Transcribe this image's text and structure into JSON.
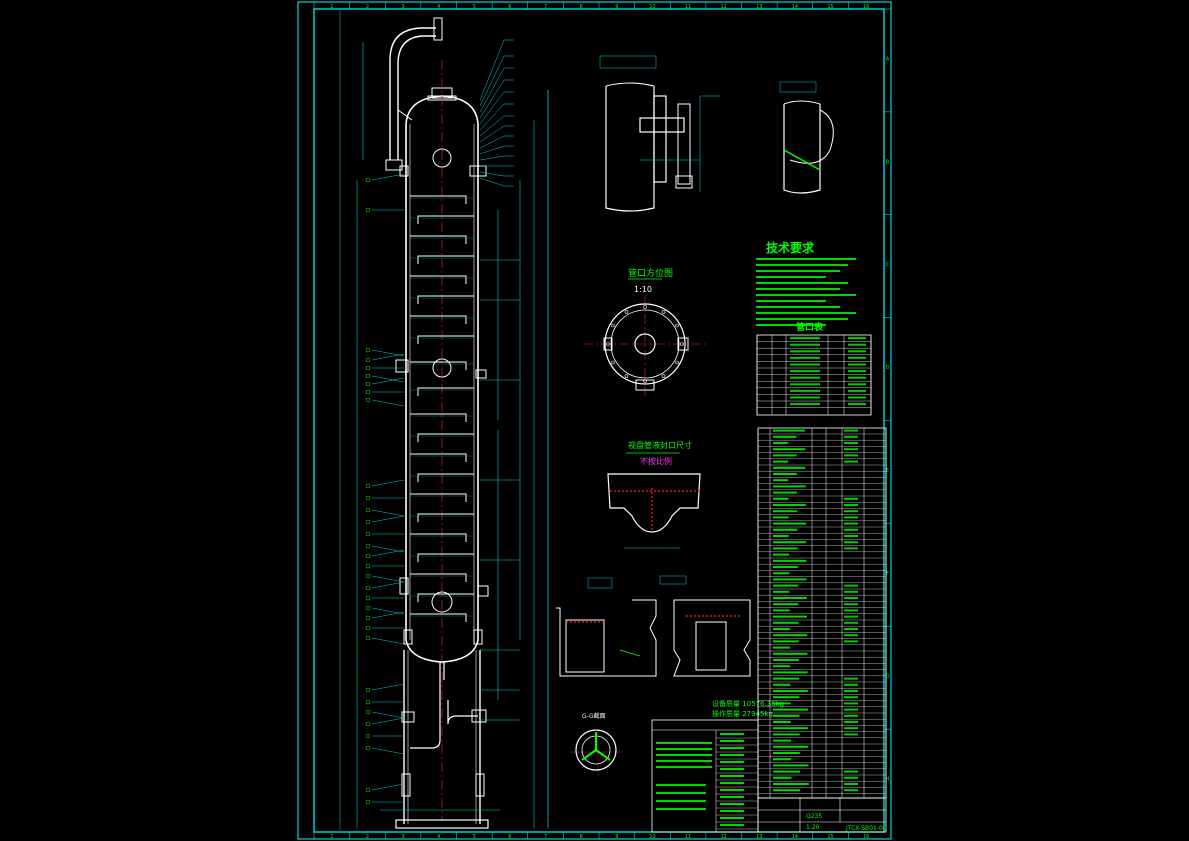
{
  "sheet": {
    "border_color": "#00ffff",
    "line_color": "#ffffff",
    "text_color": "#00ff00",
    "dimension_color": "#00cccc",
    "centerline_color": "#ff2020",
    "highlight_color": "#ff33ff",
    "grid_top_numbers": [
      "1",
      "2",
      "3",
      "4",
      "5",
      "6",
      "7",
      "8",
      "9",
      "10",
      "11",
      "12",
      "13",
      "14",
      "15",
      "16"
    ],
    "grid_side_letters": [
      "A",
      "B",
      "C",
      "D",
      "E",
      "F",
      "G",
      "H"
    ]
  },
  "views": {
    "tech_requirements_title": "技术要求",
    "nozzle_table_title": "管口表",
    "nozzle_orientation_title": "管口方位图",
    "nozzle_orientation_scale": "1:10",
    "weld_detail_title": "视盘管液封口尺寸",
    "weld_detail_note": "不按比例",
    "section_label": "G-G截面",
    "weight_empty": "设备质量 10576.36kg",
    "weight_operating": "操作质量 27945kg"
  },
  "title_block": {
    "material": "Q235",
    "scale": "1:20",
    "drawing_no": "JTCX-SB01-00"
  }
}
